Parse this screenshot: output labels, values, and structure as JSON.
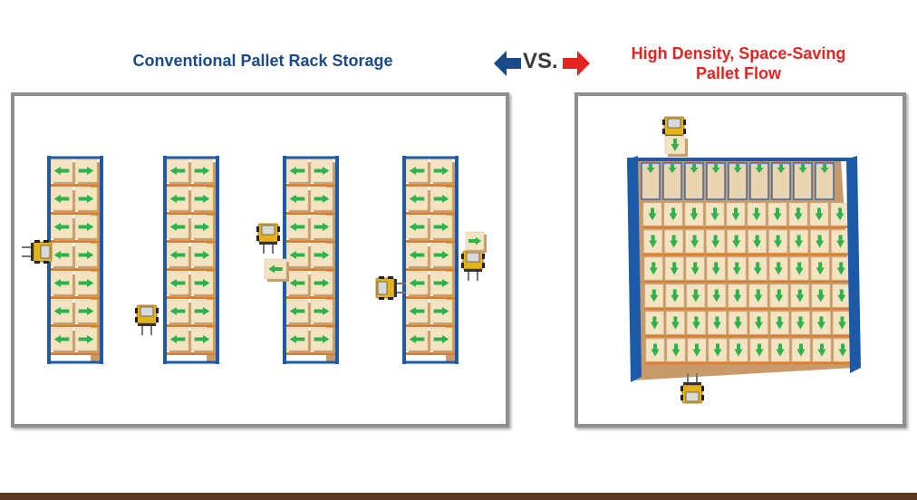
{
  "left_title": "Conventional Pallet Rack Storage",
  "vs_label": "VS.",
  "right_title_line1": "High Density, Space-Saving",
  "right_title_line2": "Pallet Flow",
  "colors": {
    "left_title": "#1a4a8a",
    "right_title": "#e52420",
    "left_arrow": "#1a4a8a",
    "right_arrow": "#e52420",
    "rack_frame": "#1c5aa8",
    "beam": "#e07a28",
    "carton": "#f3e3c2",
    "carton_dark": "#c89a6a",
    "green_arrow": "#2db34a",
    "forklift": "#e6b21c"
  },
  "icons": [
    "left-arrow-icon",
    "right-arrow-icon",
    "forklift-icon",
    "green-arrow-icon"
  ]
}
